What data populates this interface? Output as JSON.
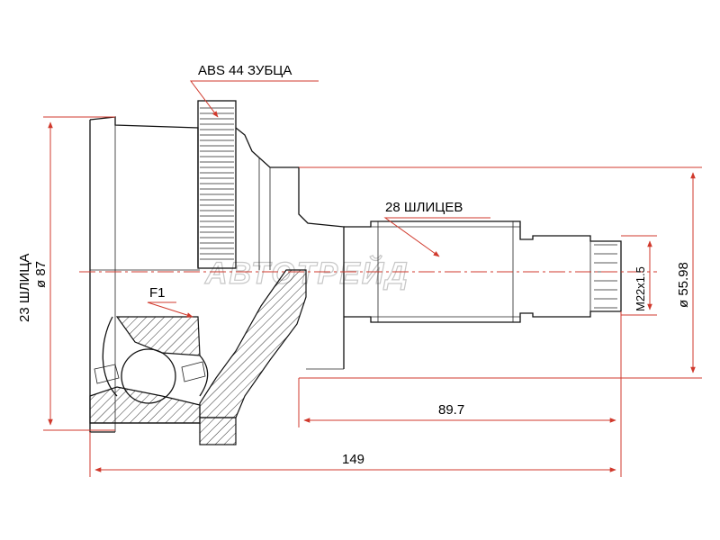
{
  "labels": {
    "abs": "ABS 44 ЗУБЦА",
    "outer_splines": "28 ШЛИЦЕВ",
    "f1": "F1",
    "thread": "M22x1.5",
    "outer_diameter": "ø 55.98",
    "inner_splines": "23 ШЛИЦА",
    "inner_diameter": "ø 87",
    "length_shaft": "89.7",
    "length_total": "149"
  },
  "watermark": "АВТОТРЕЙД",
  "colors": {
    "dimension": "#d0392c",
    "outline": "#111111",
    "watermark": "#c7c7c7"
  }
}
